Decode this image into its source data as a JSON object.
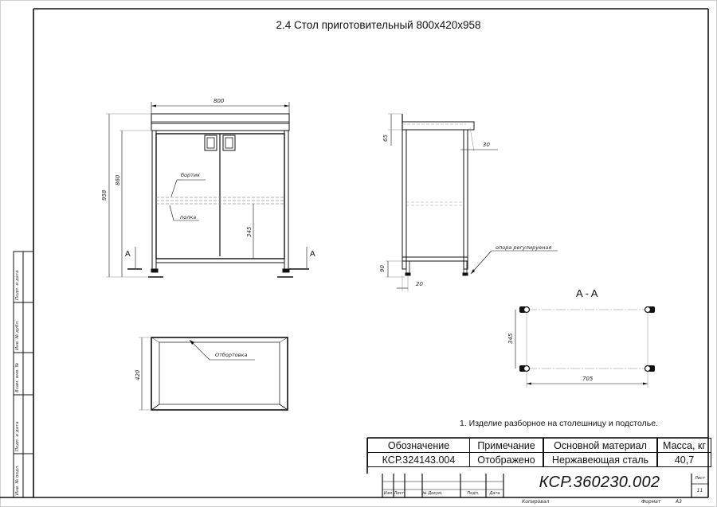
{
  "drawing": {
    "title": "2.4 Стол приготовительный 800x420x958",
    "front_view": {
      "dim_width": "800",
      "dim_total_height": "958",
      "dim_frame_height": "860",
      "dim_shelf_height": "345",
      "label_bortik": "бортик",
      "label_polka": "полка",
      "section_mark_left": "A",
      "section_mark_right": "A"
    },
    "side_view": {
      "dim_backsplash": "65",
      "dim_overhang": "30",
      "dim_foot_height": "90",
      "dim_foot_offset": "20",
      "label_support": "опора регулируеная"
    },
    "top_view": {
      "dim_depth": "420",
      "label_flange": "Отбортовка"
    },
    "section_aa": {
      "title": "A - A",
      "dim_depth": "345",
      "dim_width": "705"
    },
    "note": "1. Изделие разборное на столешницу и подстолье."
  },
  "spec_table": {
    "headers": [
      "Обозначение",
      "Примечание",
      "Основной материал",
      "Масса, кг"
    ],
    "row": [
      "КСР.324143.004",
      "Отображено",
      "Нержавеющая сталь",
      "40,7"
    ]
  },
  "title_block": {
    "doc_code": "КСР.360230.002",
    "columns": [
      "Изм",
      "Лист",
      "№ Докум.",
      "Подп.",
      "Дата"
    ],
    "sheet_label": "Лист",
    "sheet_number": "11",
    "copied_label": "Копировал",
    "format_label": "Формат",
    "format_value": "А3"
  },
  "side_stamp": [
    "Инв. № подл.",
    "Подп. и дата",
    "Взам. инв. №",
    "Инв. № дубл.",
    "Подп. и дата"
  ]
}
